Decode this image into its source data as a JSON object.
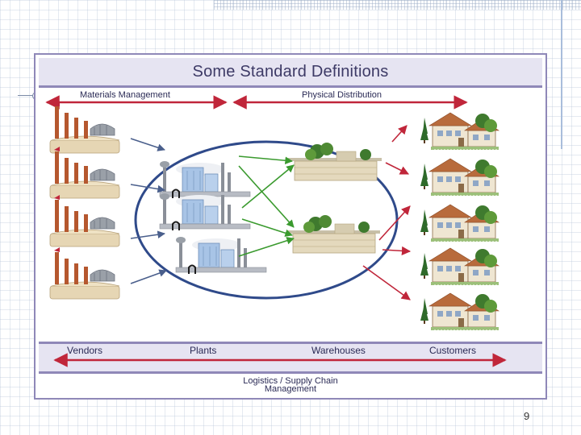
{
  "slide": {
    "title": "Some Standard Definitions",
    "labels": {
      "materials_management": "Materials Management",
      "physical_distribution": "Physical Distribution",
      "vendors": "Vendors",
      "plants": "Plants",
      "warehouses": "Warehouses",
      "customers": "Customers",
      "logistics_line1": "Logistics / Supply Chain",
      "logistics_line2": "Management"
    },
    "page_number": "9"
  },
  "colors": {
    "frame": "#8f88b8",
    "band": "#e6e4f2",
    "header_arrow": "#c0263a",
    "inbound_arrow": "#4a5f8c",
    "plant_to_warehouse_arrow": "#3a9a2e",
    "outbound_arrow": "#c0263a",
    "ellipse": "#2f4a8a"
  },
  "icons": [
    "factory-icon",
    "plant-icon",
    "warehouse-icon",
    "house-icon"
  ]
}
